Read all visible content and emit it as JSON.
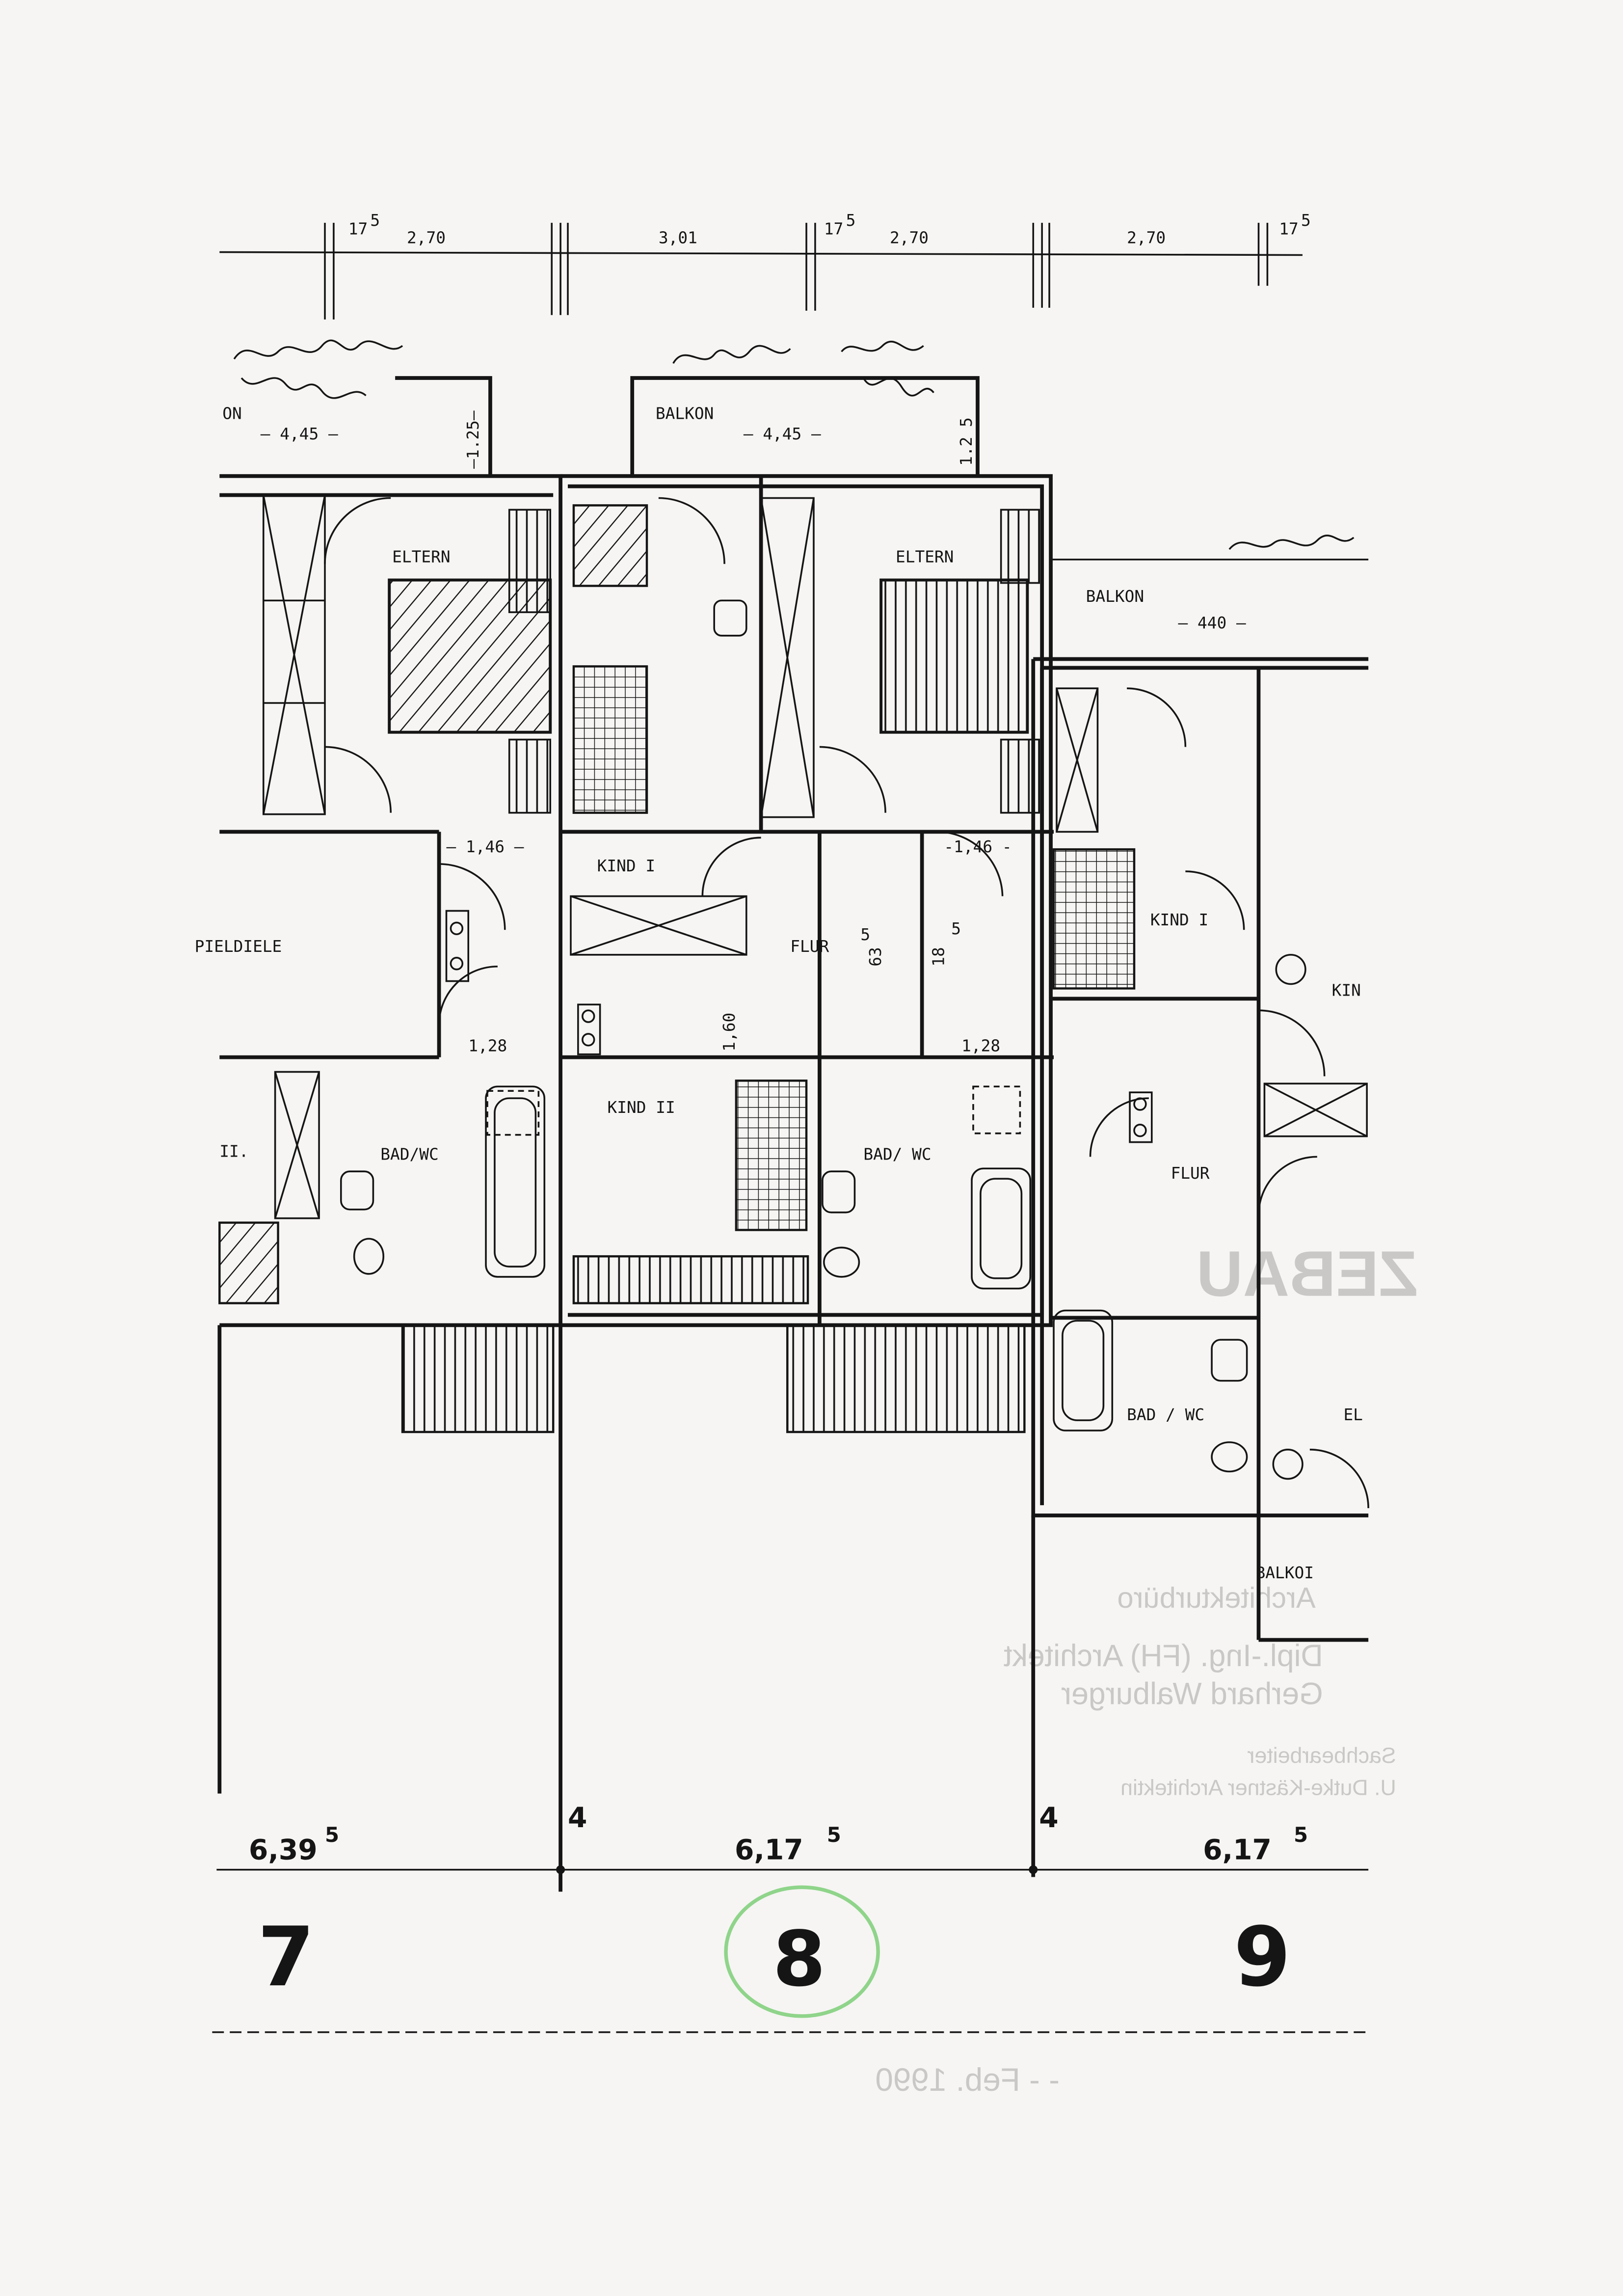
{
  "top_dimensions": [
    {
      "main": "17",
      "sup": "5"
    },
    {
      "main": "2,70"
    },
    {
      "main": "3,01"
    },
    {
      "main": "17",
      "sup": "5"
    },
    {
      "main": "2,70"
    },
    {
      "main": "2,70"
    },
    {
      "main": "17",
      "sup": "5"
    }
  ],
  "units": [
    {
      "number": "7",
      "width": {
        "main": "6,39",
        "sup": "5"
      },
      "rooms": {
        "balkon": "ON",
        "balkon_width": "– 4,45 –",
        "balkon_depth": "–1.25–",
        "eltern": "ELTERN",
        "dim_a": "– 1,46 –",
        "dim_b": "1,28",
        "spieldiele": "PIELDIELE",
        "kind": "II.",
        "bad": "BAD/WC"
      }
    },
    {
      "number": "8",
      "width": {
        "main": "6,17",
        "sup": "5"
      },
      "rooms": {
        "balkon": "BALKON",
        "balkon_width": "– 4,45 –",
        "balkon_depth": "1.2 5",
        "eltern": "ELTERN",
        "kind1": "KIND I",
        "kind2": "KIND II",
        "flur": "FLUR",
        "dim_a": "-1,46 -",
        "dim_b": "1,28",
        "dim_c": "63",
        "dim_c_sup": "5",
        "dim_d": "1,60",
        "dim_e": "18",
        "dim_e_sup": "5",
        "bad": "BAD/ WC"
      }
    },
    {
      "number": "9",
      "width": {
        "main": "6,17",
        "sup": "5"
      },
      "rooms": {
        "balkon": "BALKON",
        "balkon_width": "– 440 –",
        "kind1": "KIND I",
        "kind2": "KIN",
        "flur": "FLUR",
        "bad": "BAD / WC",
        "eltern": "EL",
        "balkon2": "BALKOI"
      }
    }
  ],
  "wall_dims": [
    "4",
    "4"
  ],
  "bleed_through_stamp": {
    "line1": "Architekturbüro",
    "line2": "Dipl.-Ing. (FH) Architekt",
    "line3": "Gerhard Walburger",
    "line4": "Sachbearbeiter",
    "line5": "U. Dutke-Kästner Architektin",
    "date": "- - Feb. 1990"
  },
  "colors": {
    "ink": "#151515",
    "paper": "#f6f5f3",
    "highlight_circle": "#8fd48a",
    "bleed": "#c9c8c6"
  }
}
